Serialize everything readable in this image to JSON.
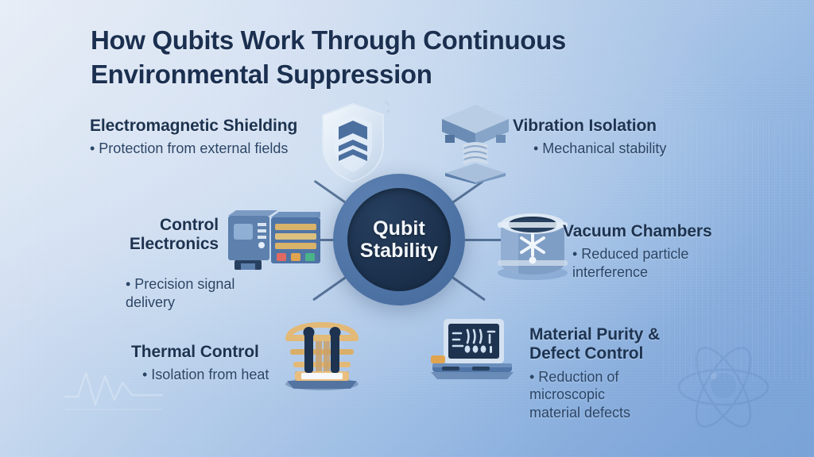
{
  "title": "How Qubits Work Through Continuous\nEnvironmental Suppression",
  "hub": {
    "label": "Qubit\nStability",
    "ring_color": "#4f74a6",
    "core_color": "#1d3350",
    "text_color": "#f4f8fd"
  },
  "theme": {
    "background_from": "#e8eef7",
    "background_to": "#77a0d6",
    "title_color": "#1b3050",
    "node_title_color": "#1d3350",
    "node_desc_color": "#2b4566",
    "spoke_color": "#2e4c76",
    "accent_gold": "#d9b36a",
    "accent_red": "#e06a62",
    "accent_green": "#4bb38a"
  },
  "nodes": [
    {
      "id": "electromagnetic-shielding",
      "title": "Electromagnetic Shielding",
      "desc": "• Protection from external fields",
      "icon": "shield-icon",
      "align": "left",
      "angle_deg": 210
    },
    {
      "id": "vibration-isolation",
      "title": "Vibration Isolation",
      "desc": "• Mechanical stability",
      "icon": "spring-platform-icon",
      "align": "left",
      "angle_deg": 330
    },
    {
      "id": "control-electronics",
      "title": "Control\nElectronics",
      "desc": "• Precision signal\n  delivery",
      "icon": "server-rack-icon",
      "align": "right",
      "angle_deg": 180
    },
    {
      "id": "vacuum-chambers",
      "title": "Vacuum Chambers",
      "desc": "• Reduced particle\n  interference",
      "icon": "vacuum-chamber-icon",
      "align": "left",
      "angle_deg": 0
    },
    {
      "id": "thermal-control",
      "title": "Thermal Control",
      "desc": "• Isolation from heat",
      "icon": "cryostat-icon",
      "align": "right",
      "angle_deg": 150
    },
    {
      "id": "material-purity-defect-control",
      "title": "Material Purity &\nDefect Control",
      "desc": "• Reduction of\n  microscopic\n  material defects",
      "icon": "laptop-waveform-icon",
      "align": "left",
      "angle_deg": 30
    }
  ],
  "watermarks": [
    {
      "id": "waveform-watermark",
      "name": "waveform-watermark"
    },
    {
      "id": "atom-watermark",
      "name": "atom-watermark"
    }
  ]
}
